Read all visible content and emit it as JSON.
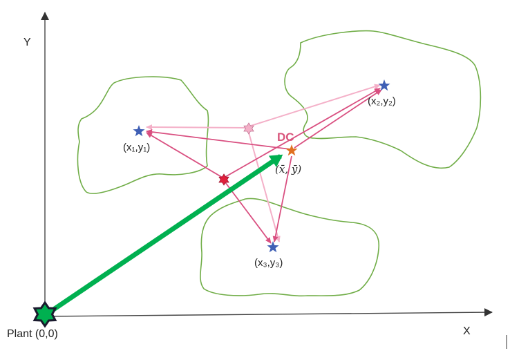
{
  "axes": {
    "x_label": "X",
    "y_label": "Y"
  },
  "plant": {
    "label": "Plant (0,0)"
  },
  "dc": {
    "label": "DC",
    "coord_label": "(x̄, ȳ)"
  },
  "customers": [
    {
      "label": "(x₁,y₁)"
    },
    {
      "label": "(x₂,y₂)"
    },
    {
      "label": "(x₃,y₃)"
    }
  ],
  "colors": {
    "axis": "#444444",
    "region_outline": "#70ad47",
    "plant_arrow": "#00b050",
    "plant_star": "#00b050",
    "customer_star": "#3f5fb5",
    "dc_star": "#e07020",
    "dc_label": "#d9567c",
    "iteration_arrow": "#d94f80",
    "iteration_arrow_light": "#f4b0c8",
    "initial_point": "#e0203c",
    "intermediate_point": "#f4b0c8"
  }
}
